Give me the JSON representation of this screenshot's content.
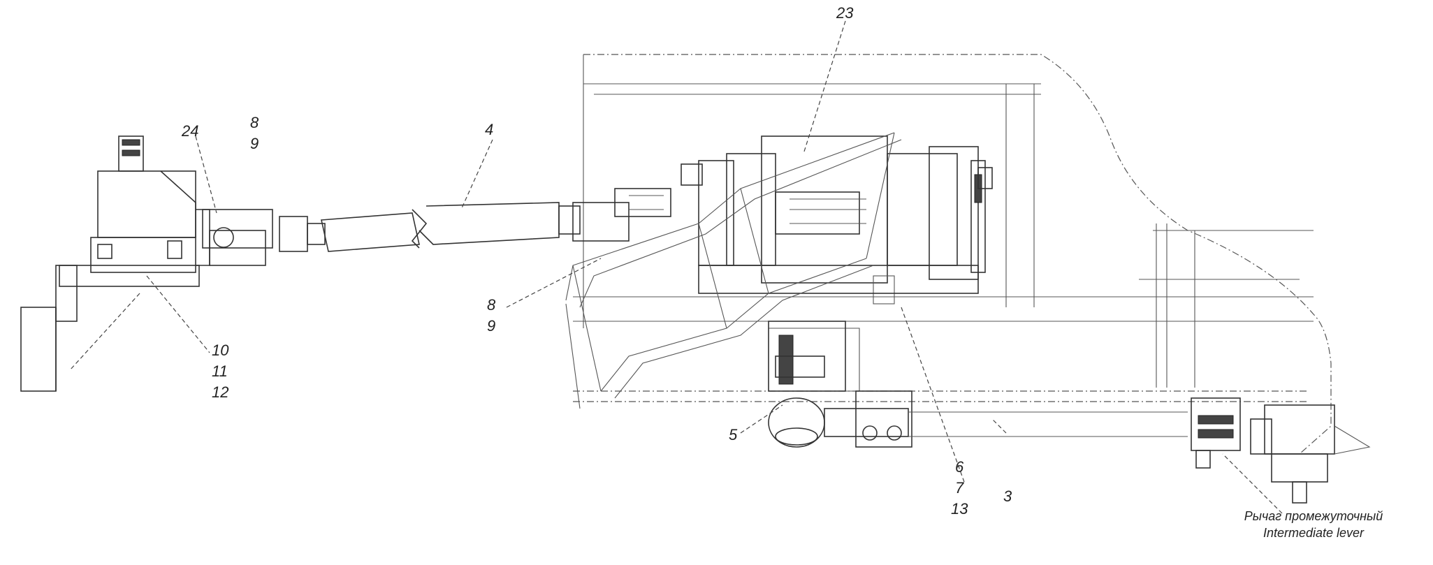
{
  "labels": {
    "l23": "23",
    "l24": "24",
    "l8a": "8",
    "l9a": "9",
    "l4": "4",
    "l8b": "8",
    "l9b": "9",
    "l10": "10",
    "l11": "11",
    "l12": "12",
    "l5": "5",
    "l6": "6",
    "l7": "7",
    "l13": "13",
    "l3": "3"
  },
  "note": {
    "ru": "Рычаг промежуточный",
    "en": "Intermediate lever"
  }
}
